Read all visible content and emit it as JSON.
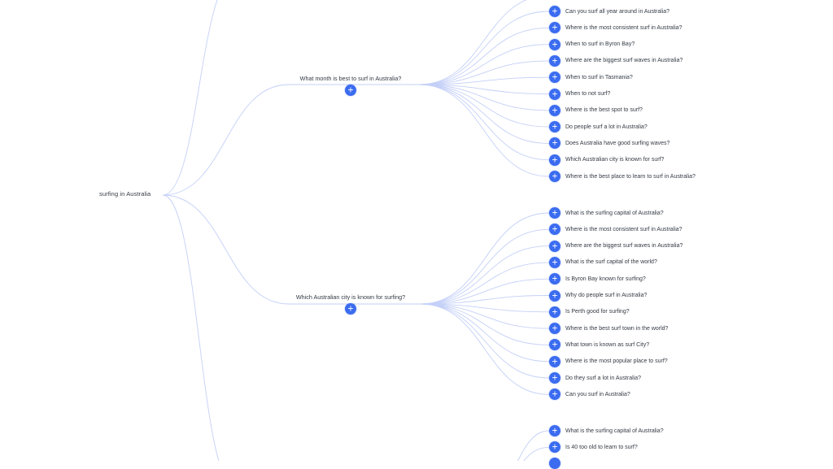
{
  "root": {
    "label": "surfing in Australia"
  },
  "branches": [
    {
      "label": "What month is best to surf in Australia?",
      "questions": [
        "Can you surf all year around in Australia?",
        "Where is the most consistent surf in Australia?",
        "When to surf in Byron Bay?",
        "Where are the biggest surf waves in Australia?",
        "When to surf in Tasmania?",
        "When to not surf?",
        "Where is the best spot to surf?",
        "Do people surf a lot in Australia?",
        "Does Australia have good surfing waves?",
        "Which Australian city is known for surf?",
        "Where is the best place to learn to surf in Australia?"
      ]
    },
    {
      "label": "Which Australian city is known for surfing?",
      "questions": [
        "What is the surfing capital of Australia?",
        "Where is the most consistent surf in Australia?",
        "Where are the biggest surf waves in Australia?",
        "What is the surf capital of the world?",
        "Is Byron Bay known for surfing?",
        "Why do people surf in Australia?",
        "Is Perth good for surfing?",
        "Where is the best surf town in the world?",
        "What town is known as surf City?",
        "Where is the most popular place to surf?",
        "Do they surf a lot in Australia?",
        "Can you surf in Australia?"
      ]
    },
    {
      "label": "",
      "questions": [
        "What is the surfing capital of Australia?",
        "Is 40 too old to learn to surf?"
      ]
    }
  ],
  "colors": {
    "accent": "#3b6cf0",
    "connector": "#c4d0f7"
  },
  "icons": {
    "expand": "plus-icon"
  }
}
